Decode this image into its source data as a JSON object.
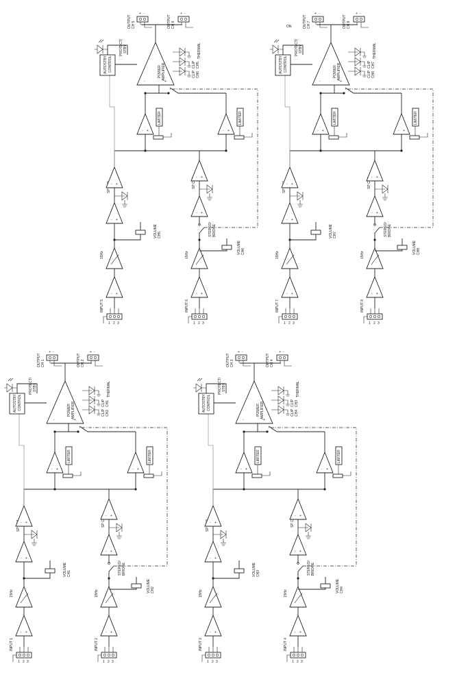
{
  "blocks": [
    {
      "input_a": "INPUT 5",
      "input_b": "INPUT 6",
      "pin1": "1",
      "pin2": "2",
      "pin3": "3",
      "hz_a": "15Hz",
      "hz_b": "15Hz",
      "sp_a": "SP CH5",
      "sp_b": "SP CH6",
      "vol_a_1": "VOLUME",
      "vol_a_2": "CH5",
      "vol_b_1": "VOLUME",
      "vol_b_2": "CH6",
      "stereo_1": "STEREO/",
      "stereo_2": "BRIDGE",
      "limiter": "LIMITER",
      "autostby_1": "AUTOSTBY",
      "autostby_2": "CONTROL",
      "power_1": "POWER",
      "power_2": "AMPLIFIER",
      "protect_1": "PROTECT/",
      "protect_2": "STBY",
      "thermal": "THERMAL",
      "clip_a": "CLIP",
      "clip_a_ch": "CH5",
      "clip_b": "CLIP",
      "clip_b_ch": "CH6",
      "output_a_1": "OUTPUT",
      "output_a_2": "CH 5",
      "output_b_1": "OUTPUT",
      "output_b_2": "CH 6",
      "plus": "+",
      "minus": "-",
      "on": ""
    },
    {
      "input_a": "INPUT 7",
      "input_b": "INPUT 8",
      "pin1": "1",
      "pin2": "2",
      "pin3": "3",
      "hz_a": "15Hz",
      "hz_b": "15Hz",
      "sp_a": "SP CH7",
      "sp_b": "SP CH8",
      "vol_a_1": "VOLUME",
      "vol_a_2": "CH7",
      "vol_b_1": "VOLUME",
      "vol_b_2": "CH8",
      "stereo_1": "STEREO/",
      "stereo_2": "BRIDGE",
      "limiter": "LIMITER",
      "autostby_1": "AUTOSTBY",
      "autostby_2": "CONTROL",
      "power_1": "POWER",
      "power_2": "AMPLIFIER",
      "protect_1": "PROTECT/",
      "protect_2": "STBY",
      "thermal": "THERMAL",
      "clip_a": "CLIP",
      "clip_a_ch": "CH7",
      "clip_b": "CLIP",
      "clip_b_ch": "CH8",
      "output_a_1": "OUTPUT",
      "output_a_2": "CH 7",
      "output_b_1": "OUTPUT",
      "output_b_2": "CH 8",
      "plus": "+",
      "minus": "-",
      "on": "ON"
    },
    {
      "input_a": "INPUT 1",
      "input_b": "INPUT 2",
      "pin1": "1",
      "pin2": "2",
      "pin3": "3",
      "hz_a": "15Hz",
      "hz_b": "15Hz",
      "sp_a": "SP CH1",
      "sp_b": "SP CH2",
      "vol_a_1": "VOLUME",
      "vol_a_2": "CH1",
      "vol_b_1": "VOLUME",
      "vol_b_2": "CH2",
      "stereo_1": "STEREO/",
      "stereo_2": "BRIDGE",
      "limiter": "LIMITER",
      "autostby_1": "AUTOSTBY",
      "autostby_2": "CONTROL",
      "power_1": "POWER",
      "power_2": "AMPLIFIER",
      "protect_1": "PROTECT/",
      "protect_2": "STBY",
      "thermal": "THERMAL",
      "clip_a": "CLIP",
      "clip_a_ch": "CH1",
      "clip_b": "CLIP",
      "clip_b_ch": "CH2",
      "output_a_1": "OUTPUT",
      "output_a_2": "CH 1",
      "output_b_1": "OUTPUT",
      "output_b_2": "CH 2",
      "plus": "+",
      "minus": "-",
      "on": ""
    },
    {
      "input_a": "INPUT 3",
      "input_b": "INPUT 4",
      "pin1": "1",
      "pin2": "2",
      "pin3": "3",
      "hz_a": "15Hz",
      "hz_b": "15Hz",
      "sp_a": "SP CH3",
      "sp_b": "SP CH4",
      "vol_a_1": "VOLUME",
      "vol_a_2": "CH3",
      "vol_b_1": "VOLUME",
      "vol_b_2": "CH4",
      "stereo_1": "STEREO/",
      "stereo_2": "BRIDGE",
      "limiter": "LIMITER",
      "autostby_1": "AUTOSTBY",
      "autostby_2": "CONTROL",
      "power_1": "POWER",
      "power_2": "AMPLIFIER",
      "protect_1": "PROTECT/",
      "protect_2": "STBY",
      "thermal": "THERMAL",
      "clip_a": "CLIP",
      "clip_a_ch": "CH3",
      "clip_b": "CLIP",
      "clip_b_ch": "CH4",
      "output_a_1": "OUTPUT",
      "output_a_2": "CH 3",
      "output_b_1": "OUTPUT",
      "output_b_2": "CH 4",
      "plus": "+",
      "minus": "-",
      "on": ""
    }
  ]
}
